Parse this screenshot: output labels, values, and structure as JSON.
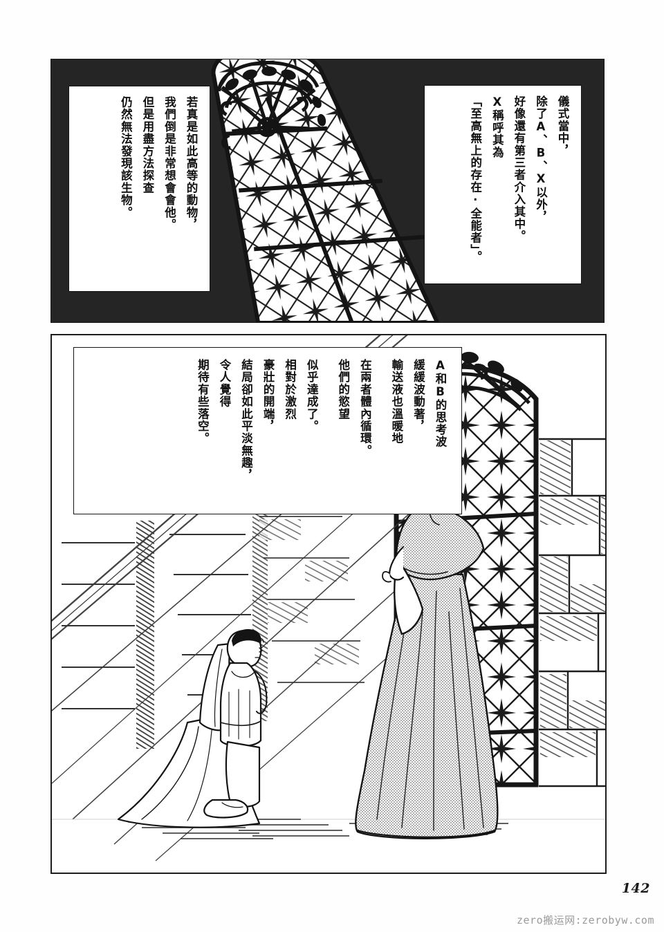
{
  "page": {
    "number": "142",
    "watermark": "zero搬运网:zerobyw.com",
    "background_color": "#ffffff",
    "ink_color": "#111111"
  },
  "panels": {
    "top": {
      "name": "stained-glass-window-panel",
      "background_color": "#252525",
      "scene_description_icons": [
        "arched-window-icon",
        "diamond-lattice-icon"
      ],
      "captions": {
        "left": {
          "lines": [
            "若真是如此高等的動物，",
            "我們倒是非常想會會他。",
            "但是用盡方法探查",
            "仍然無法發現該生物。"
          ]
        },
        "right": {
          "lines": [
            "儀式當中，",
            "除了A、B、X以外，",
            "好像還有第三者介入其中。",
            "X稱呼其為",
            "「至高無上的存在‧全能者」。"
          ]
        }
      }
    },
    "bottom": {
      "name": "chapel-interior-panel",
      "background_color": "#ffffff",
      "scene_description_icons": [
        "kneeling-figure-icon",
        "standing-robed-figure-icon",
        "stone-wall-icon",
        "light-rays-icon"
      ],
      "caption": {
        "lines": [
          "A和B的思考波",
          "緩緩波動著，",
          "輸送液也溫暖地",
          "在兩者體內循環。",
          "他們的慾望",
          "似乎達成了。",
          "相對於激烈",
          "豪壯的開端，",
          "結局卻如此平淡無趣，",
          "令人覺得",
          "期待有些落空。"
        ]
      }
    }
  }
}
